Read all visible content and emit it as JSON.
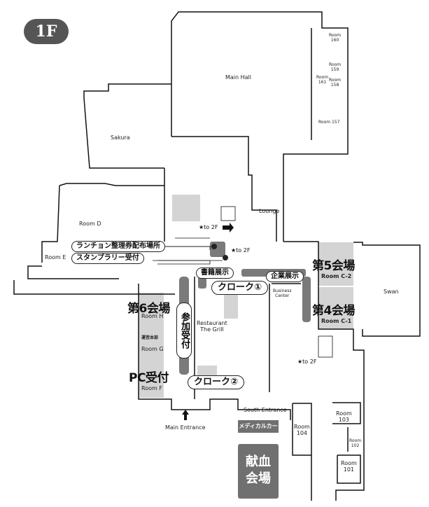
{
  "floor_badge": "1F",
  "rooms": {
    "main_hall": "Main Hall",
    "sakura": "Sakura",
    "room_d": "Room D",
    "room_e": "Room E",
    "lounge": "Lounge",
    "swan": "Swan",
    "room_160": "Room\n160",
    "room_159": "Room\n159",
    "room_158": "Room\n158",
    "room_161": "Room\n161",
    "room_157": "Room 157",
    "room_c2": "Room C-2",
    "room_c1": "Room C-1",
    "room_h": "Room H",
    "room_g": "Room G",
    "room_f": "Room F",
    "restaurant": "Restaurant\nThe Grill",
    "business_center": "Business\nCenter",
    "room_104": "Room\n104",
    "room_103": "Room\n103",
    "room_102": "Room\n102",
    "room_101": "Room\n101"
  },
  "venues": {
    "venue5": "第5会場",
    "venue4": "第4会場",
    "venue6": "第6会場",
    "pc_reception": "PC受付",
    "hq": "運営本部"
  },
  "callouts": {
    "lunch_ticket": "ランチョン整理券配布場所",
    "stamp_rally": "スタンプラリー受付",
    "book_exhibit": "書籍展示",
    "company_exhibit": "企業展示",
    "cloak1": "クローク①",
    "cloak2": "クローク②",
    "registration": "参加受付",
    "medical_car": "メディカルカー",
    "blood_donation": "献血会場"
  },
  "entrances": {
    "main": "Main Entrance",
    "south": "South Entrance"
  },
  "stairs": {
    "to2f_a": "★to 2F",
    "to2f_b": "★to 2F",
    "to2f_c": "★to 2F"
  },
  "colors": {
    "venue_fill": "#d4d4d4",
    "bar_fill": "#7a7a7a",
    "badge": "#555555"
  }
}
